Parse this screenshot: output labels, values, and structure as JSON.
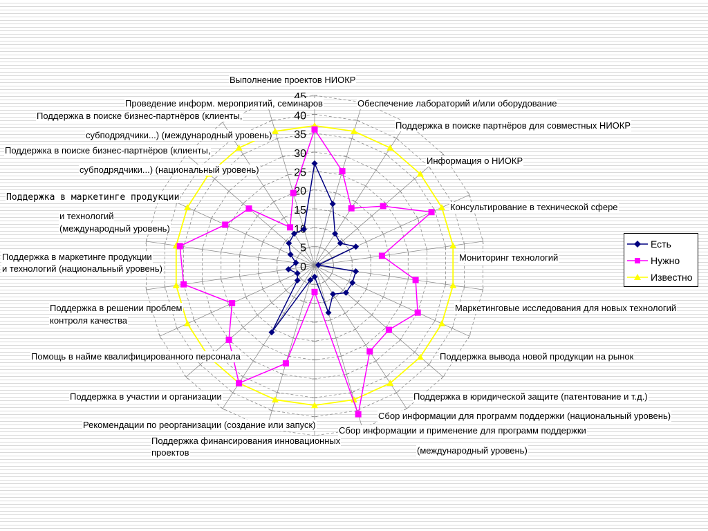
{
  "chart_data": {
    "type": "radar",
    "rlim": [
      0,
      45
    ],
    "r_ticks": [
      "0",
      "5",
      "10",
      "15",
      "20",
      "25",
      "30",
      "35",
      "40",
      "45"
    ],
    "categories": [
      "Выполнение проектов НИОКР",
      "Обеспечение лабораторий и/или оборудование",
      "Поддержка в поиске партнёров для совместных НИОКР",
      "Информация о НИОКР",
      "Консультирование в технической сфере",
      "Мониторинг технологий",
      "Маркетинговые исследования для новых технологий",
      "Поддержка вывода новой продукции на рынок",
      "Поддержка в юридической защите (патентование и т.д.)",
      "Сбор информации для программ поддержки (национальный уровень)",
      "Сбор информации и применение для программ поддержки",
      "(международный уровень)",
      "Поддержка финансирования инновационных",
      "проектов",
      "Рекомендации по реорганизации (создание или запуск)",
      "Поддержка в участии и организации",
      "Помощь в найме квалифицированного персонала",
      "Поддержка в решении проблем",
      "контроля качества",
      "Поддержка в маркетинге продукции",
      "и технологий (национальный уровень)",
      "Поддержка в маркетинге продукции",
      "и технологий",
      "(международный уровень)",
      "Поддержка в поиске бизнес-партнёров (клиенты,",
      "субподрядчики...) (национальный уровень)",
      "Поддержка в поиске бизнес-партнёров (клиенты,",
      "субподрядчики...) (международный уровень)",
      "Проведение информ. мероприятий, семинаров"
    ],
    "series": [
      {
        "name": "Есть",
        "color": "#000080",
        "marker": "diamond",
        "values": [
          27,
          17,
          10,
          9,
          12,
          1,
          11,
          11,
          11,
          9,
          13,
          3,
          4,
          21,
          6,
          5,
          7,
          5,
          7,
          9,
          10,
          10
        ]
      },
      {
        "name": "Нужно",
        "color": "#ff00ff",
        "marker": "square",
        "values": [
          36,
          26,
          18,
          24,
          34,
          18,
          27,
          30,
          26,
          27,
          41,
          7,
          27,
          37,
          30,
          24,
          35,
          36,
          26,
          23,
          12,
          20
        ]
      },
      {
        "name": "Известно",
        "color": "#ffff00",
        "marker": "triangle",
        "values": [
          37,
          37,
          37,
          37,
          37,
          37,
          37,
          37,
          37,
          37,
          37,
          37,
          37,
          37,
          37,
          37,
          37,
          37,
          37,
          37,
          37,
          37
        ]
      }
    ],
    "legend_position": "right"
  }
}
